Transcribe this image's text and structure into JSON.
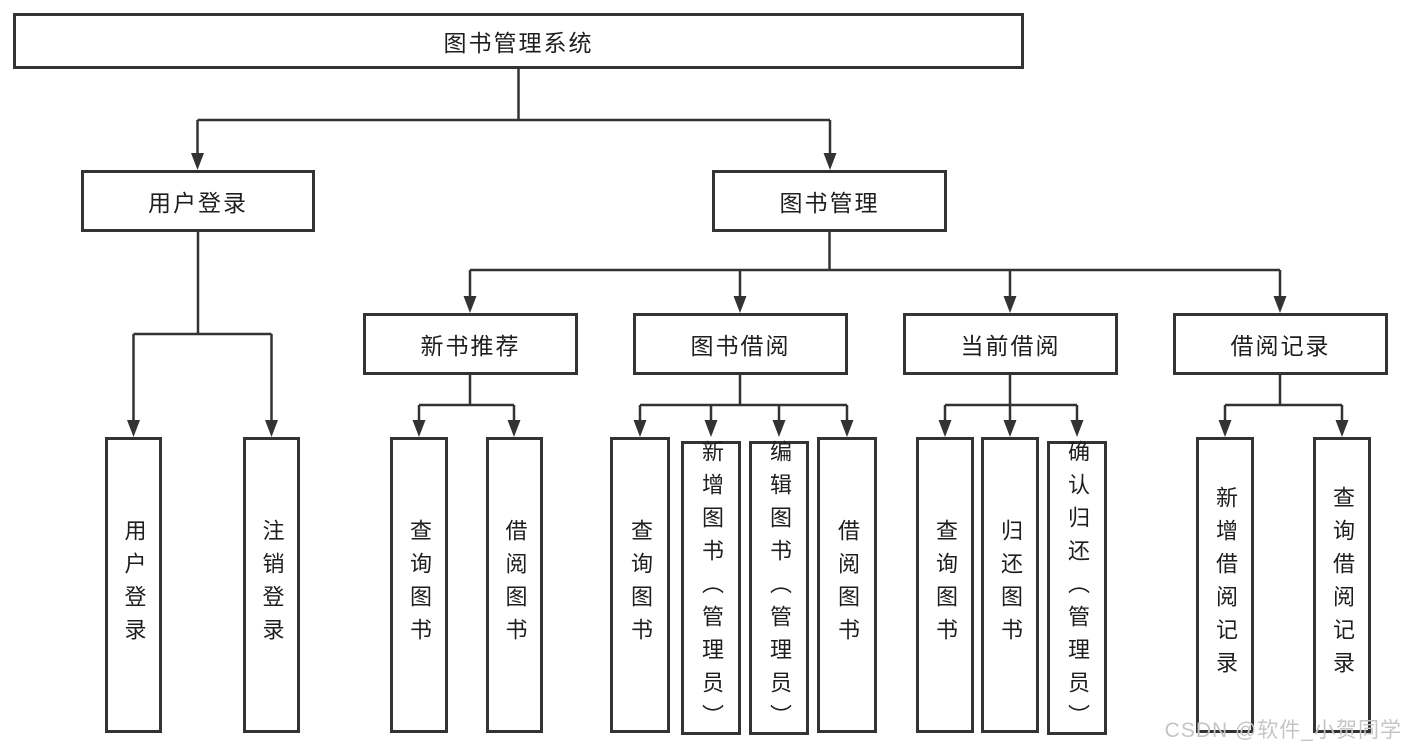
{
  "diagram": {
    "type": "tree",
    "colors": {
      "line": "#333333",
      "text": "#1e1e1e",
      "watermark": "#c5c5c5",
      "background": "#ffffff"
    },
    "root": {
      "label": "图书管理系统",
      "children": [
        {
          "label": "用户登录",
          "children": [
            {
              "label": "用户登录"
            },
            {
              "label": "注销登录"
            }
          ]
        },
        {
          "label": "图书管理",
          "children": [
            {
              "label": "新书推荐",
              "children": [
                {
                  "label": "查询图书"
                },
                {
                  "label": "借阅图书"
                }
              ]
            },
            {
              "label": "图书借阅",
              "children": [
                {
                  "label": "查询图书"
                },
                {
                  "label": "新增图书（管理员）"
                },
                {
                  "label": "编辑图书（管理员）"
                },
                {
                  "label": "借阅图书"
                }
              ]
            },
            {
              "label": "当前借阅",
              "children": [
                {
                  "label": "查询图书"
                },
                {
                  "label": "归还图书"
                },
                {
                  "label": "确认归还（管理员）"
                }
              ]
            },
            {
              "label": "借阅记录",
              "children": [
                {
                  "label": "新增借阅记录"
                },
                {
                  "label": "查询借阅记录"
                }
              ]
            }
          ]
        }
      ]
    },
    "watermark": "CSDN @软件_小贺同学"
  }
}
